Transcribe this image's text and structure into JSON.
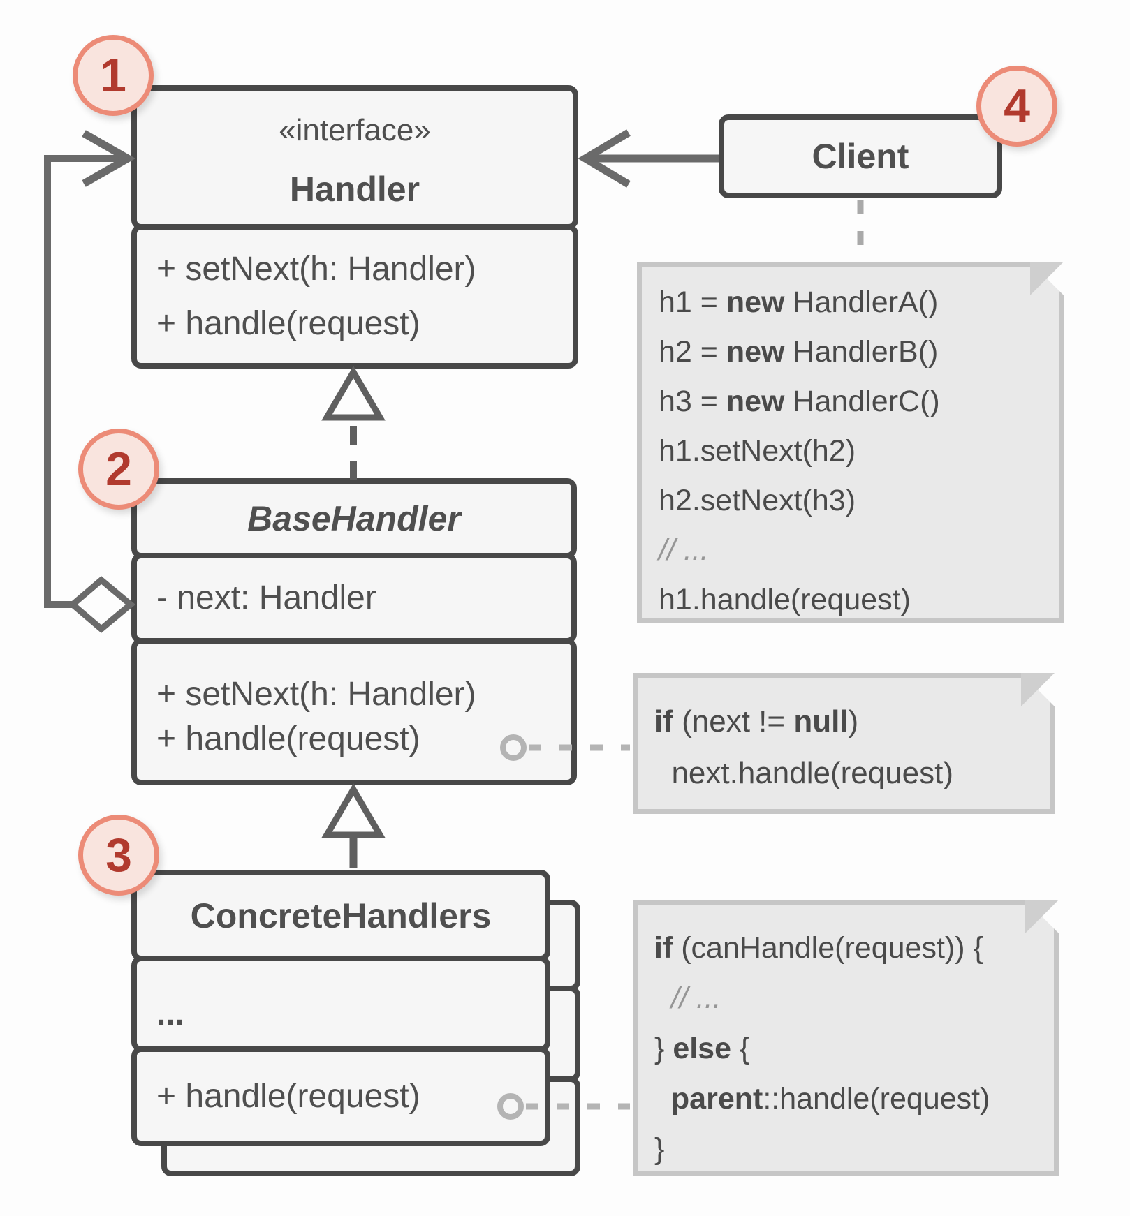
{
  "colors": {
    "background": "#fdfdfd",
    "box_fill": "#f6f6f6",
    "box_border": "#484848",
    "text": "#4f4f4f",
    "connector": "#6a6a6a",
    "note_fill": "#e9e9e9",
    "note_border": "#c6c6c6",
    "note_link": "#b4b4b4",
    "badge_fill": "#f9e4de",
    "badge_border": "#ec8b77",
    "badge_text": "#b13a2e",
    "comment": "#969696"
  },
  "badges": [
    {
      "label": "1"
    },
    {
      "label": "2"
    },
    {
      "label": "3"
    },
    {
      "label": "4"
    }
  ],
  "handler": {
    "stereotype": "«interface»",
    "name": "Handler",
    "methods": [
      "+ setNext(h: Handler)",
      "+ handle(request)"
    ]
  },
  "client": {
    "name": "Client"
  },
  "base_handler": {
    "name": "BaseHandler",
    "attribute": "- next: Handler",
    "methods": [
      "+ setNext(h: Handler)",
      "+ handle(request)"
    ]
  },
  "concrete_handlers": {
    "name": "ConcreteHandlers",
    "ellipsis": "...",
    "method": "+ handle(request)"
  },
  "notes": {
    "client_code": {
      "lines": [
        [
          {
            "t": "h1 = "
          },
          {
            "t": "new",
            "b": true
          },
          {
            "t": " HandlerA()"
          }
        ],
        [
          {
            "t": "h2 = "
          },
          {
            "t": "new",
            "b": true
          },
          {
            "t": " HandlerB()"
          }
        ],
        [
          {
            "t": "h3 = "
          },
          {
            "t": "new",
            "b": true
          },
          {
            "t": " HandlerC()"
          }
        ],
        [
          {
            "t": "h1.setNext(h2)"
          }
        ],
        [
          {
            "t": "h2.setNext(h3)"
          }
        ],
        [
          {
            "t": "// ...",
            "i": true
          }
        ],
        [
          {
            "t": "h1.handle(request)"
          }
        ]
      ]
    },
    "base_handle_code": {
      "lines": [
        [
          {
            "t": "if",
            "b": true
          },
          {
            "t": " (next != "
          },
          {
            "t": "null",
            "b": true
          },
          {
            "t": ")"
          }
        ],
        [
          {
            "t": "  next.handle(request)"
          }
        ]
      ]
    },
    "concrete_handle_code": {
      "lines": [
        [
          {
            "t": "if",
            "b": true
          },
          {
            "t": " (canHandle(request)) {"
          }
        ],
        [
          {
            "t": "  "
          },
          {
            "t": "// ...",
            "i": true
          }
        ],
        [
          {
            "t": "} "
          },
          {
            "t": "else",
            "b": true
          },
          {
            "t": " {"
          }
        ],
        [
          {
            "t": "  "
          },
          {
            "t": "parent",
            "b": true
          },
          {
            "t": "::handle(request)"
          }
        ],
        [
          {
            "t": "}"
          }
        ]
      ]
    }
  }
}
